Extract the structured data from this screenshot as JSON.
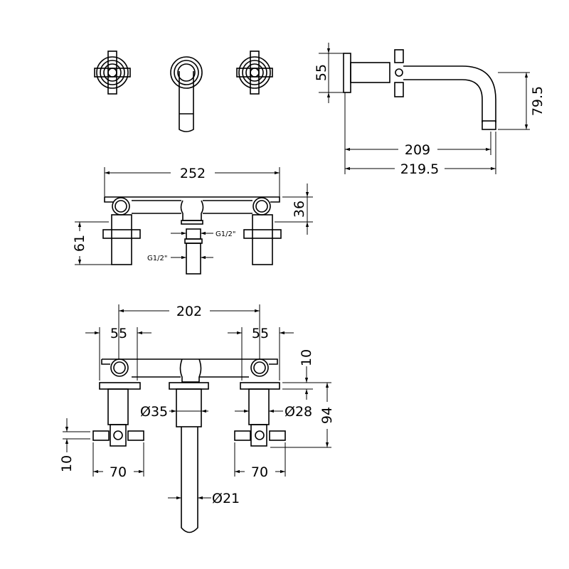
{
  "drawing": {
    "top_view": {
      "dims": {
        "height": "55",
        "drop": "79.5",
        "projection": "209",
        "overall": "219.5"
      }
    },
    "front_view": {
      "dims": {
        "width": "252",
        "height": "36",
        "depth": "61",
        "thread_top": "G1/2\"",
        "thread_bottom": "G1/2\""
      }
    },
    "bottom_view": {
      "dims": {
        "centres": "202",
        "left_plate": "55",
        "right_plate": "55",
        "plate_thickness": "10",
        "body_length": "94",
        "handle_thickness": "10",
        "left_handle": "70",
        "right_handle": "70",
        "spout_body_dia": "Ø35",
        "valve_dia": "Ø28",
        "spout_dia": "Ø21"
      }
    }
  },
  "colors": {
    "line": "#000000",
    "background": "#ffffff"
  }
}
